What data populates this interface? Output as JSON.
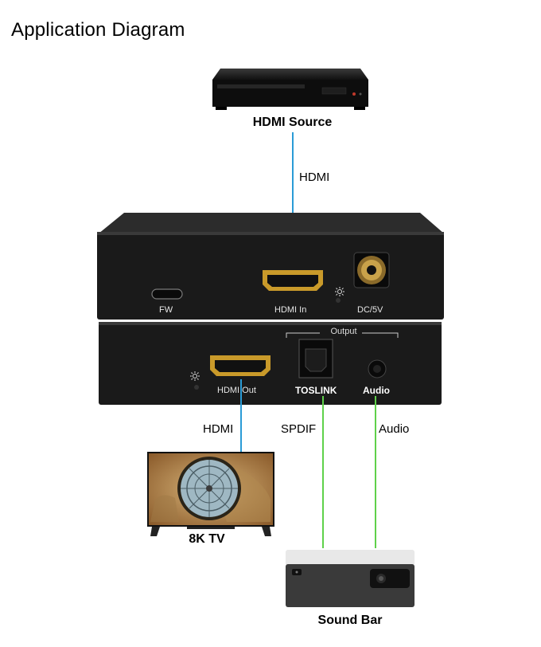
{
  "title": "Application Diagram",
  "devices": {
    "source": "HDMI Source",
    "tv": "8K TV",
    "soundbar": "Sound Bar"
  },
  "connections": {
    "hdmi_in_cable": "HDMI",
    "hdmi_out_cable": "HDMI",
    "spdif_cable": "SPDIF",
    "audio_cable": "Audio"
  },
  "extractor": {
    "top_panel": {
      "fw": "FW",
      "hdmi_in": "HDMI In",
      "dc": "DC/5V"
    },
    "bottom_panel": {
      "output_group": "Output",
      "hdmi_out": "HDMI Out",
      "toslink": "TOSLINK",
      "audio": "Audio"
    }
  },
  "colors": {
    "hdmi_wire": "#2a9bd6",
    "audio_wire": "#5fd14a"
  }
}
